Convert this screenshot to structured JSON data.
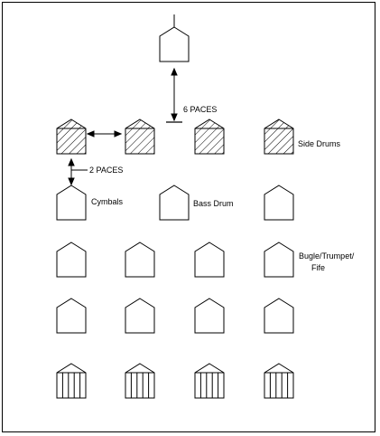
{
  "labels": {
    "six_paces": "6 PACES",
    "two_paces": "2 PACES",
    "side_drums": "Side Drums",
    "cymbals": "Cymbals",
    "bass_drum": "Bass Drum",
    "bugle_line1": "Bugle/Trumpet/",
    "bugle_line2": "Fife"
  },
  "formation": {
    "leader": {
      "marker": "staff"
    },
    "rows": [
      {
        "instrument": "side-drum",
        "fill": "hatched",
        "count": 4
      },
      {
        "instrument": "percussion",
        "fill": "plain",
        "count": 3
      },
      {
        "instrument": "bugle",
        "fill": "plain",
        "count": 4
      },
      {
        "instrument": "rank",
        "fill": "plain",
        "count": 4
      },
      {
        "instrument": "rear-rank",
        "fill": "striped",
        "count": 4
      }
    ]
  }
}
